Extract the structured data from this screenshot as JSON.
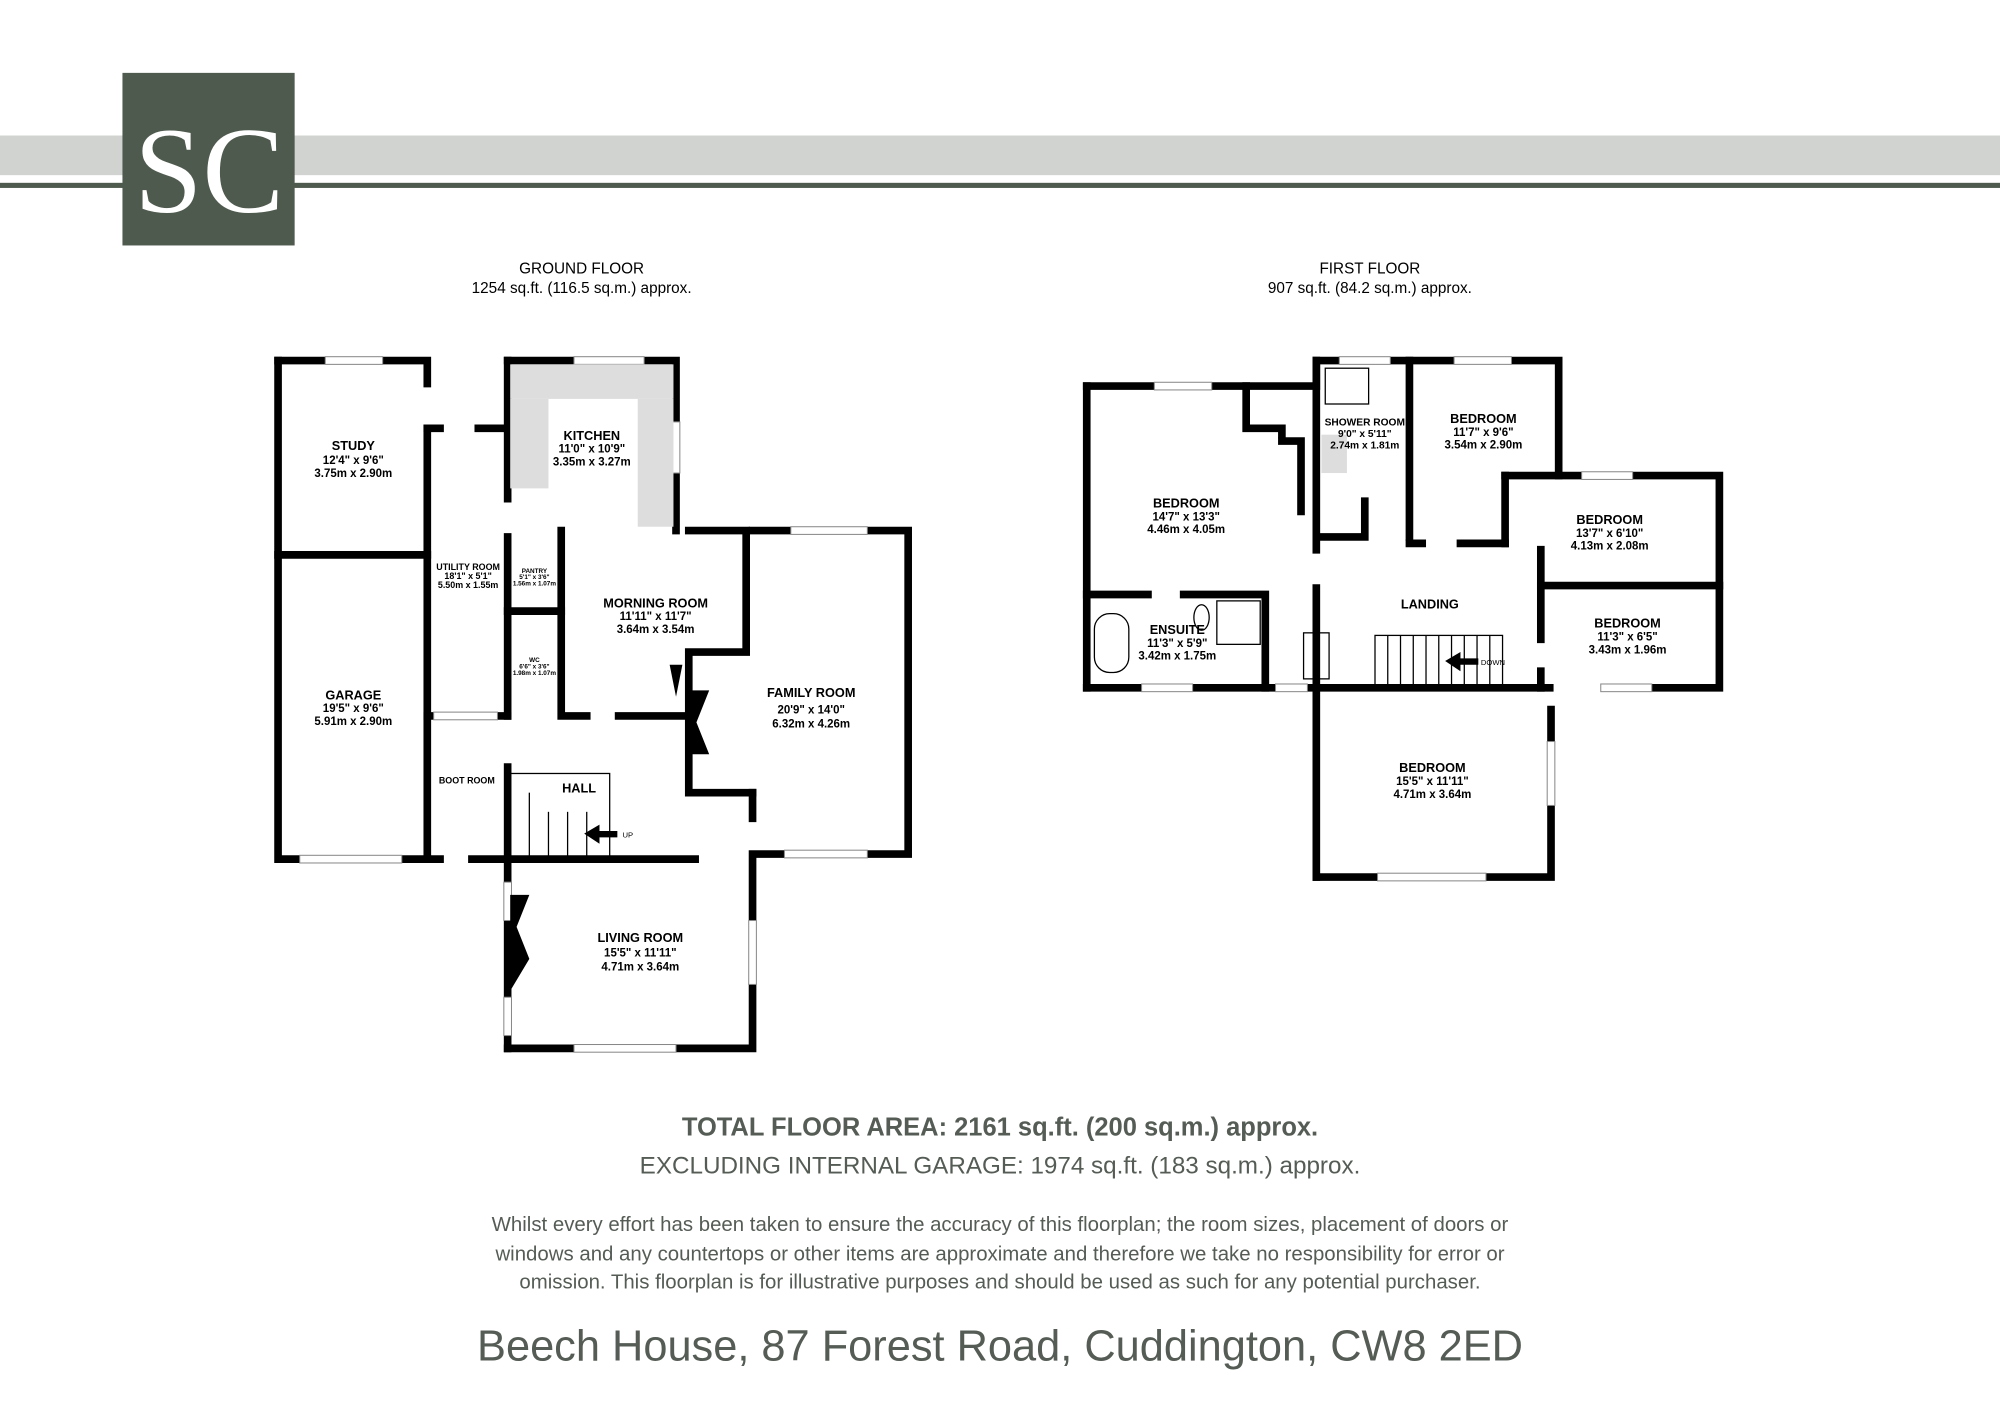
{
  "logo": {
    "letters": "SC",
    "color": "#4f5a4e",
    "band_color": "#d0d3cf"
  },
  "ground_floor": {
    "title": "GROUND FLOOR",
    "area": "1254 sq.ft. (116.5 sq.m.) approx.",
    "rooms": [
      {
        "name": "STUDY",
        "imperial": "12'4\" x 9'6\"",
        "metric": "3.75m x 2.90m"
      },
      {
        "name": "KITCHEN",
        "imperial": "11'0\" x 10'9\"",
        "metric": "3.35m x 3.27m"
      },
      {
        "name": "UTILITY ROOM",
        "imperial": "18'1\" x 5'1\"",
        "metric": "5.50m x 1.55m"
      },
      {
        "name": "PANTRY",
        "imperial": "5'1\" x 3'6\"",
        "metric": "1.56m x 1.07m"
      },
      {
        "name": "MORNING ROOM",
        "imperial": "11'11\" x 11'7\"",
        "metric": "3.64m x 3.54m"
      },
      {
        "name": "GARAGE",
        "imperial": "19'5\" x 9'6\"",
        "metric": "5.91m x 2.90m"
      },
      {
        "name": "WC",
        "imperial": "6'6\" x 3'6\"",
        "metric": "1.98m x 1.07m"
      },
      {
        "name": "FAMILY ROOM",
        "imperial": "20'9\" x 14'0\"",
        "metric": "6.32m x 4.26m"
      },
      {
        "name": "BOOT ROOM"
      },
      {
        "name": "HALL"
      },
      {
        "name": "LIVING ROOM",
        "imperial": "15'5\" x 11'11\"",
        "metric": "4.71m x 3.64m"
      }
    ],
    "stair_label": "UP"
  },
  "first_floor": {
    "title": "FIRST FLOOR",
    "area": "907 sq.ft. (84.2 sq.m.) approx.",
    "rooms": [
      {
        "name": "BEDROOM",
        "imperial": "14'7\" x 13'3\"",
        "metric": "4.46m x 4.05m"
      },
      {
        "name": "SHOWER ROOM",
        "imperial": "9'0\" x 5'11\"",
        "metric": "2.74m x 1.81m"
      },
      {
        "name": "BEDROOM",
        "imperial": "11'7\" x 9'6\"",
        "metric": "3.54m x 2.90m"
      },
      {
        "name": "BEDROOM",
        "imperial": "13'7\" x 6'10\"",
        "metric": "4.13m x 2.08m"
      },
      {
        "name": "LANDING"
      },
      {
        "name": "ENSUITE",
        "imperial": "11'3\" x 5'9\"",
        "metric": "3.42m x 1.75m"
      },
      {
        "name": "BEDROOM",
        "imperial": "11'3\" x 6'5\"",
        "metric": "3.43m x 1.96m"
      },
      {
        "name": "BEDROOM",
        "imperial": "15'5\" x 11'11\"",
        "metric": "4.71m x 3.64m"
      }
    ],
    "stair_label": "DOWN"
  },
  "footer": {
    "total": "TOTAL FLOOR AREA: 2161 sq.ft. (200 sq.m.) approx.",
    "excluding": "EXCLUDING INTERNAL GARAGE: 1974 sq.ft. (183 sq.m.) approx.",
    "disclaimer": [
      "Whilst every effort has been taken to ensure the accuracy of this floorplan; the room sizes, placement of doors or",
      "windows and any countertops or other items are approximate and therefore we take no responsibility for error or",
      "omission. This floorplan is for illustrative purposes and should be used as such for any potential purchaser."
    ],
    "address": "Beech House, 87 Forest Road, Cuddington, CW8 2ED"
  }
}
